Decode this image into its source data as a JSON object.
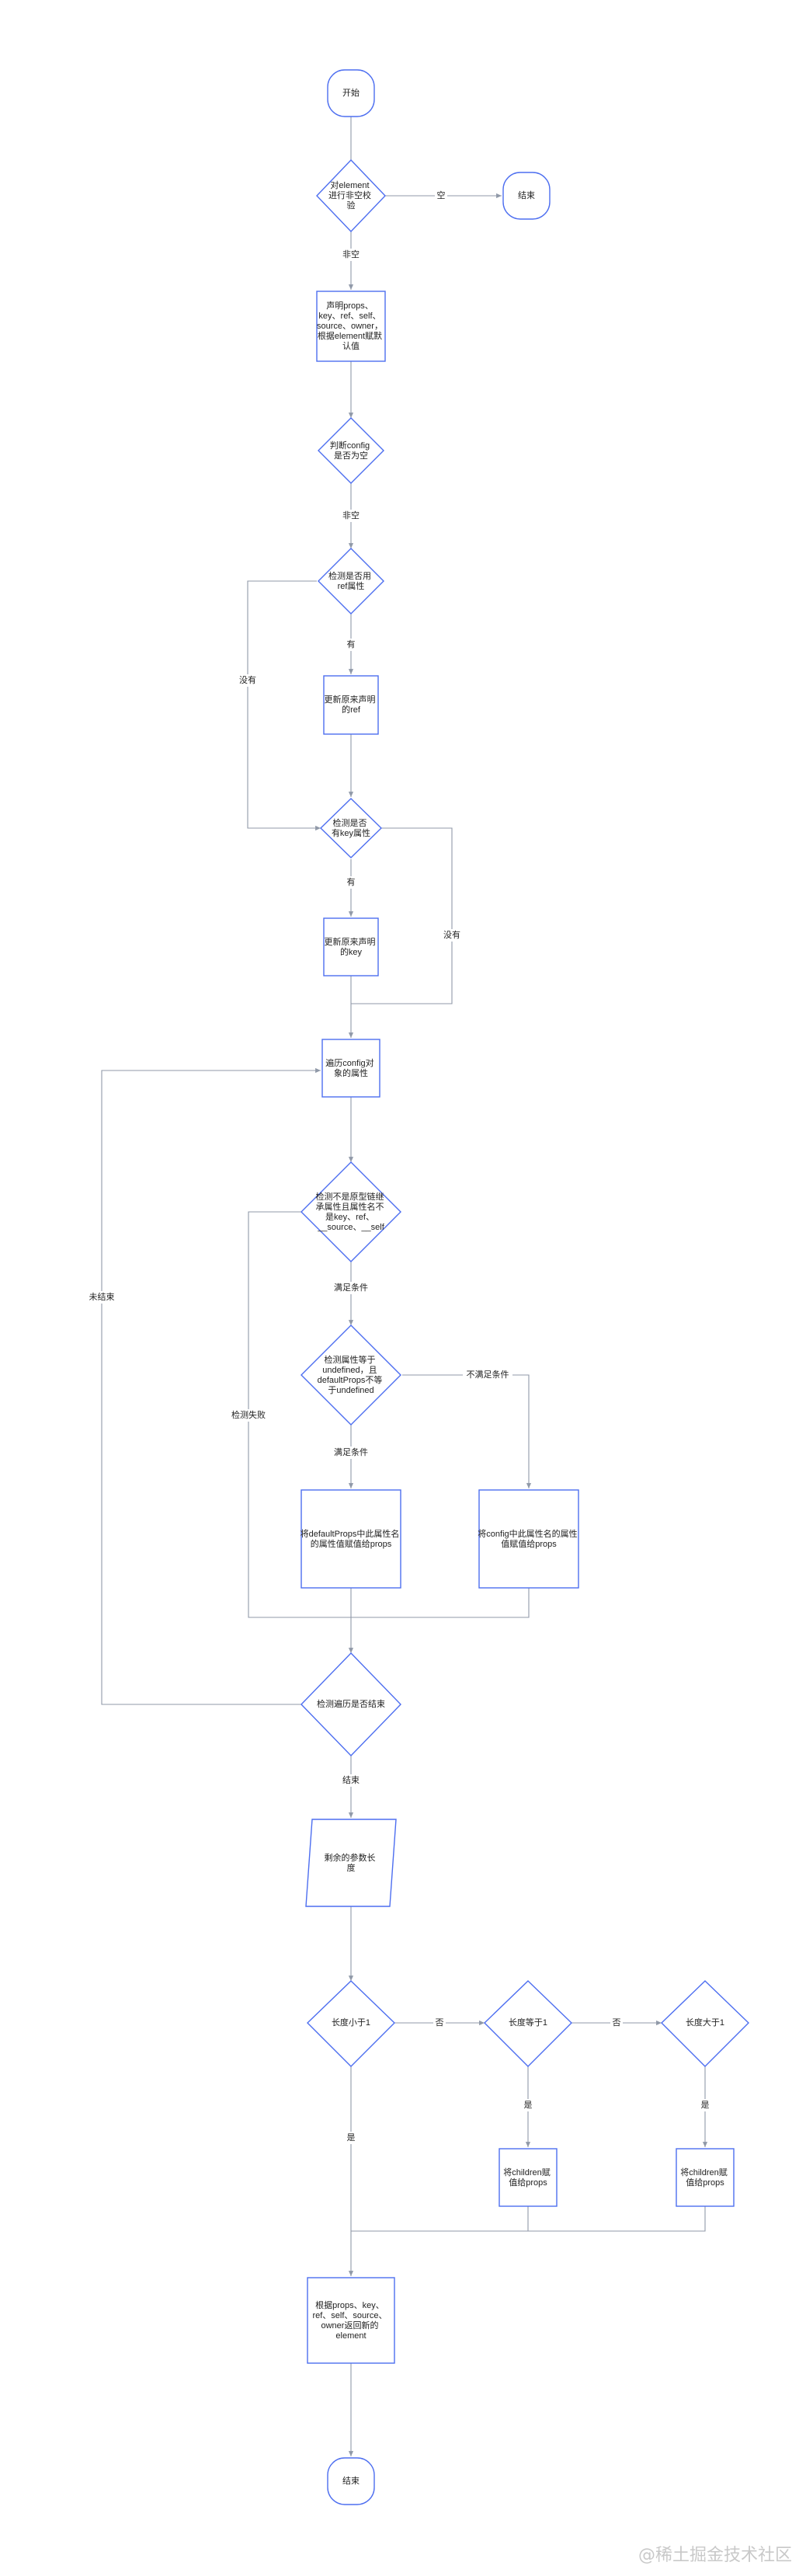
{
  "nodes": {
    "start": "开始",
    "check_element": [
      "对element",
      "进行非空校",
      "验"
    ],
    "end_top": "结束",
    "declare": [
      "声明props、",
      "key、ref、self、",
      "source、owner，",
      "根据element赋默",
      "认值"
    ],
    "check_config": [
      "判断config",
      "是否为空"
    ],
    "check_ref": [
      "检测是否用",
      "ref属性"
    ],
    "update_ref": [
      "更新原来声明",
      "的ref"
    ],
    "check_key": [
      "检测是否",
      "有key属性"
    ],
    "update_key": [
      "更新原来声明",
      "的key"
    ],
    "iterate": [
      "遍历config对",
      "象的属性"
    ],
    "check_prop": [
      "检测不是原型链继",
      "承属性且属性名不",
      "是key、ref、",
      "__source、__self"
    ],
    "check_undefined": [
      "检测属性等于",
      "undefined，且",
      "defaultProps不等",
      "于undefined"
    ],
    "assign_default": [
      "将defaultProps中此属性名",
      "的属性值赋值给props"
    ],
    "assign_config": [
      "将config中此属性名的属性",
      "值赋值给props"
    ],
    "check_done": "检测遍历是否结束",
    "remaining": [
      "剩余的参数长",
      "度"
    ],
    "len_lt1": "长度小于1",
    "len_eq1": "长度等于1",
    "len_gt1": "长度大于1",
    "children_eq1": [
      "将children赋",
      "值给props"
    ],
    "children_gt1": [
      "将children赋",
      "值给props"
    ],
    "create": [
      "根据props、key、",
      "ref、self、source、",
      "owner返回新的",
      "element"
    ],
    "end_bottom": "结束"
  },
  "edges": {
    "empty": "空",
    "not_empty_1": "非空",
    "not_empty_2": "非空",
    "has_ref": "有",
    "no_ref": "没有",
    "has_key": "有",
    "no_key": "没有",
    "satisfied_1": "满足条件",
    "satisfied_2": "满足条件",
    "not_satisfied": "不满足条件",
    "check_failed": "检测失败",
    "not_done": "未结束",
    "done": "结束",
    "no_1": "否",
    "no_2": "否",
    "yes_eq1": "是",
    "yes_gt1": "是",
    "yes_lt1": "是"
  },
  "watermark": "@稀土掘金技术社区",
  "colors": {
    "node_stroke": "#4d6ef0",
    "edge_stroke": "#9099a8"
  }
}
